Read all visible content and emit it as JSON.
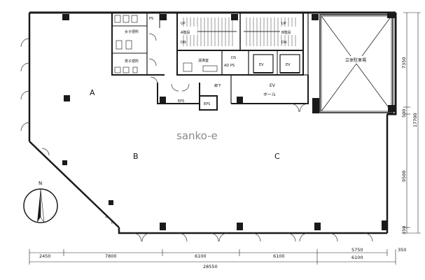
{
  "rooms": {
    "a": "A",
    "b": "B",
    "c": "C",
    "womens_toilet": "女子便所",
    "mens_toilet": "男子便所",
    "ps_top": "PS",
    "stair_a": "A階段",
    "stair_b": "B階段",
    "up_a": "UP",
    "dn_a": "DN",
    "up_b": "UP",
    "dn_b": "DN",
    "kyutou": "湯沸室",
    "ds": "DS",
    "ad_ps": "AD PS",
    "ev1": "EV",
    "ev2": "EV",
    "eps1": "EPS",
    "eps2": "EPS",
    "corridor": "廊下",
    "ev_hall_1": "EV",
    "ev_hall_2": "ホール",
    "parking": "立体駐車場"
  },
  "watermark": "sanko-e",
  "compass": "N",
  "dimensions": {
    "bottom_row1": [
      "2450",
      "7800",
      "6100",
      "6100",
      "5750"
    ],
    "bottom_right_350": "350",
    "bottom_row2_right": "6100",
    "bottom_total": "28550",
    "right_col": [
      "7350",
      "500",
      "9500",
      "350"
    ],
    "right_total": "17700"
  },
  "colors": {
    "wall": "#1a1a1a",
    "line": "#222222",
    "watermark": "#8a8a8a"
  }
}
